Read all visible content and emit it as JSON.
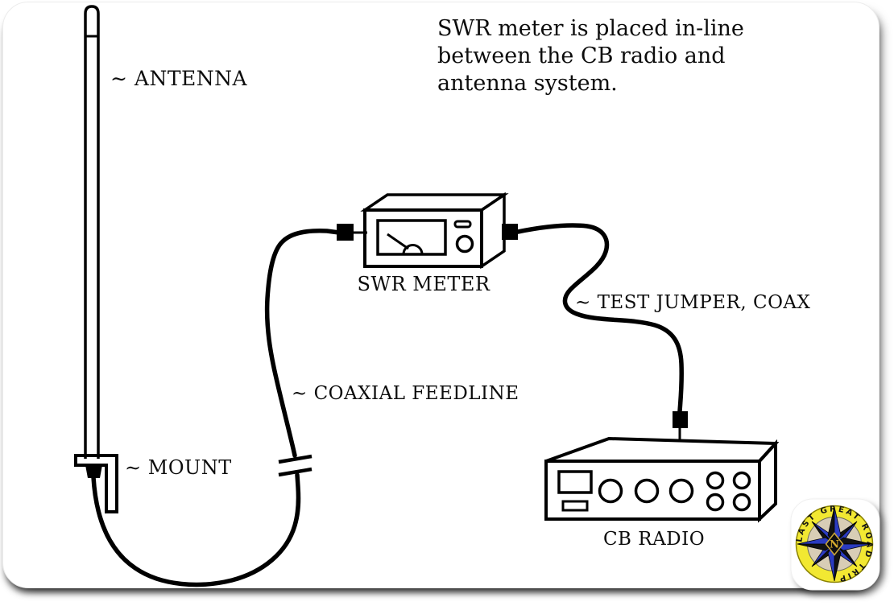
{
  "note": {
    "lines": [
      "SWR meter is placed in-line",
      "between the CB radio and",
      "antenna system."
    ]
  },
  "labels": {
    "antenna": "∼ ANTENNA",
    "mount": "∼ MOUNT",
    "coaxial_feedline": "∼ COAXIAL FEEDLINE",
    "swr_meter": "SWR METER",
    "test_jumper": "∼ TEST JUMPER, COAX",
    "cb_radio": "CB RADIO"
  },
  "logo": {
    "ring_text": "LAST  GREAT  ROAD  TRIP",
    "center_letter": "N",
    "colors": {
      "ring_yellow": "#f2e832",
      "ring_edge": "#8a8200",
      "map_tan": "#d8cdb6",
      "star_blue": "#2b3bc0",
      "star_dark": "#121212",
      "letter_gold": "#d4aa2e"
    }
  },
  "diagram": {
    "ink": "#000000",
    "background": "#ffffff"
  }
}
